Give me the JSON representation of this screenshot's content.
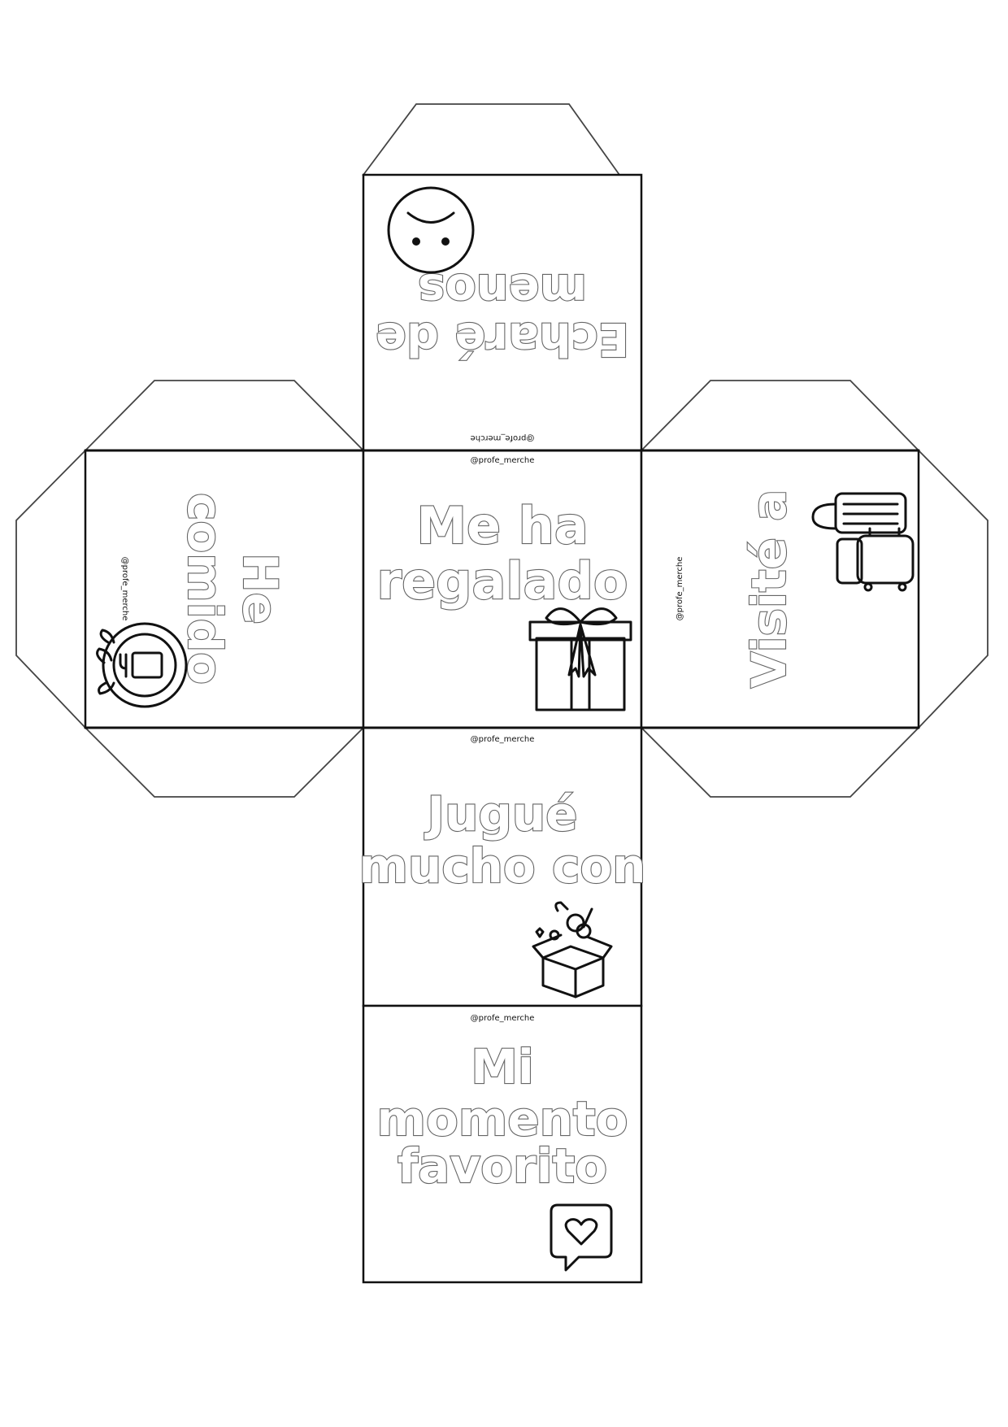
{
  "faces": {
    "top": {
      "lines": [
        "Echaré de",
        "menos"
      ],
      "credit": "@profe_merche",
      "icon": "face-icon"
    },
    "center": {
      "lines": [
        "Me ha",
        "regalado"
      ],
      "credit": "@profe_merche",
      "icon": "gift-icon"
    },
    "left": {
      "lines": [
        "He",
        "comido"
      ],
      "credit": "@profe_merche",
      "icon": "food-plate-icon"
    },
    "right": {
      "lines": [
        "Visité a"
      ],
      "credit": "@profe_merche",
      "icon": "luggage-icon"
    },
    "lower": {
      "lines": [
        "Jugué",
        "mucho con"
      ],
      "credit": "@profe_merche",
      "icon": "toy-box-icon"
    },
    "bottom": {
      "lines": [
        "Mi",
        "momento",
        "favorito"
      ],
      "credit": "@profe_merche",
      "icon": "heart-speech-bubble-icon"
    }
  }
}
